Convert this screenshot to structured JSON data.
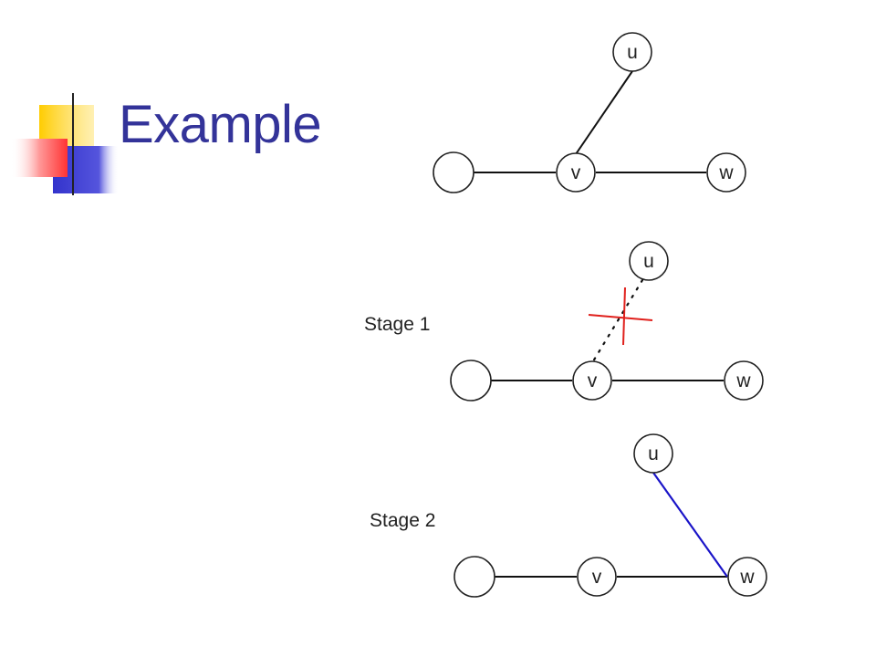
{
  "slide": {
    "title": "Example",
    "title_color": "#333399"
  },
  "colors": {
    "deco_yellow": "#ffcc00",
    "deco_blue": "#3333cc",
    "deco_red": "#ff3333",
    "edge": "#111111",
    "cut_mark": "#e0201c",
    "new_edge": "#1a14c8"
  },
  "graphs": {
    "original": {
      "nodes": {
        "u": "u",
        "v": "v",
        "w": "w"
      }
    },
    "stage1": {
      "label": "Stage 1",
      "nodes": {
        "u": "u",
        "v": "v",
        "w": "w"
      }
    },
    "stage2": {
      "label": "Stage 2",
      "nodes": {
        "u": "u",
        "v": "v",
        "w": "w"
      }
    }
  }
}
